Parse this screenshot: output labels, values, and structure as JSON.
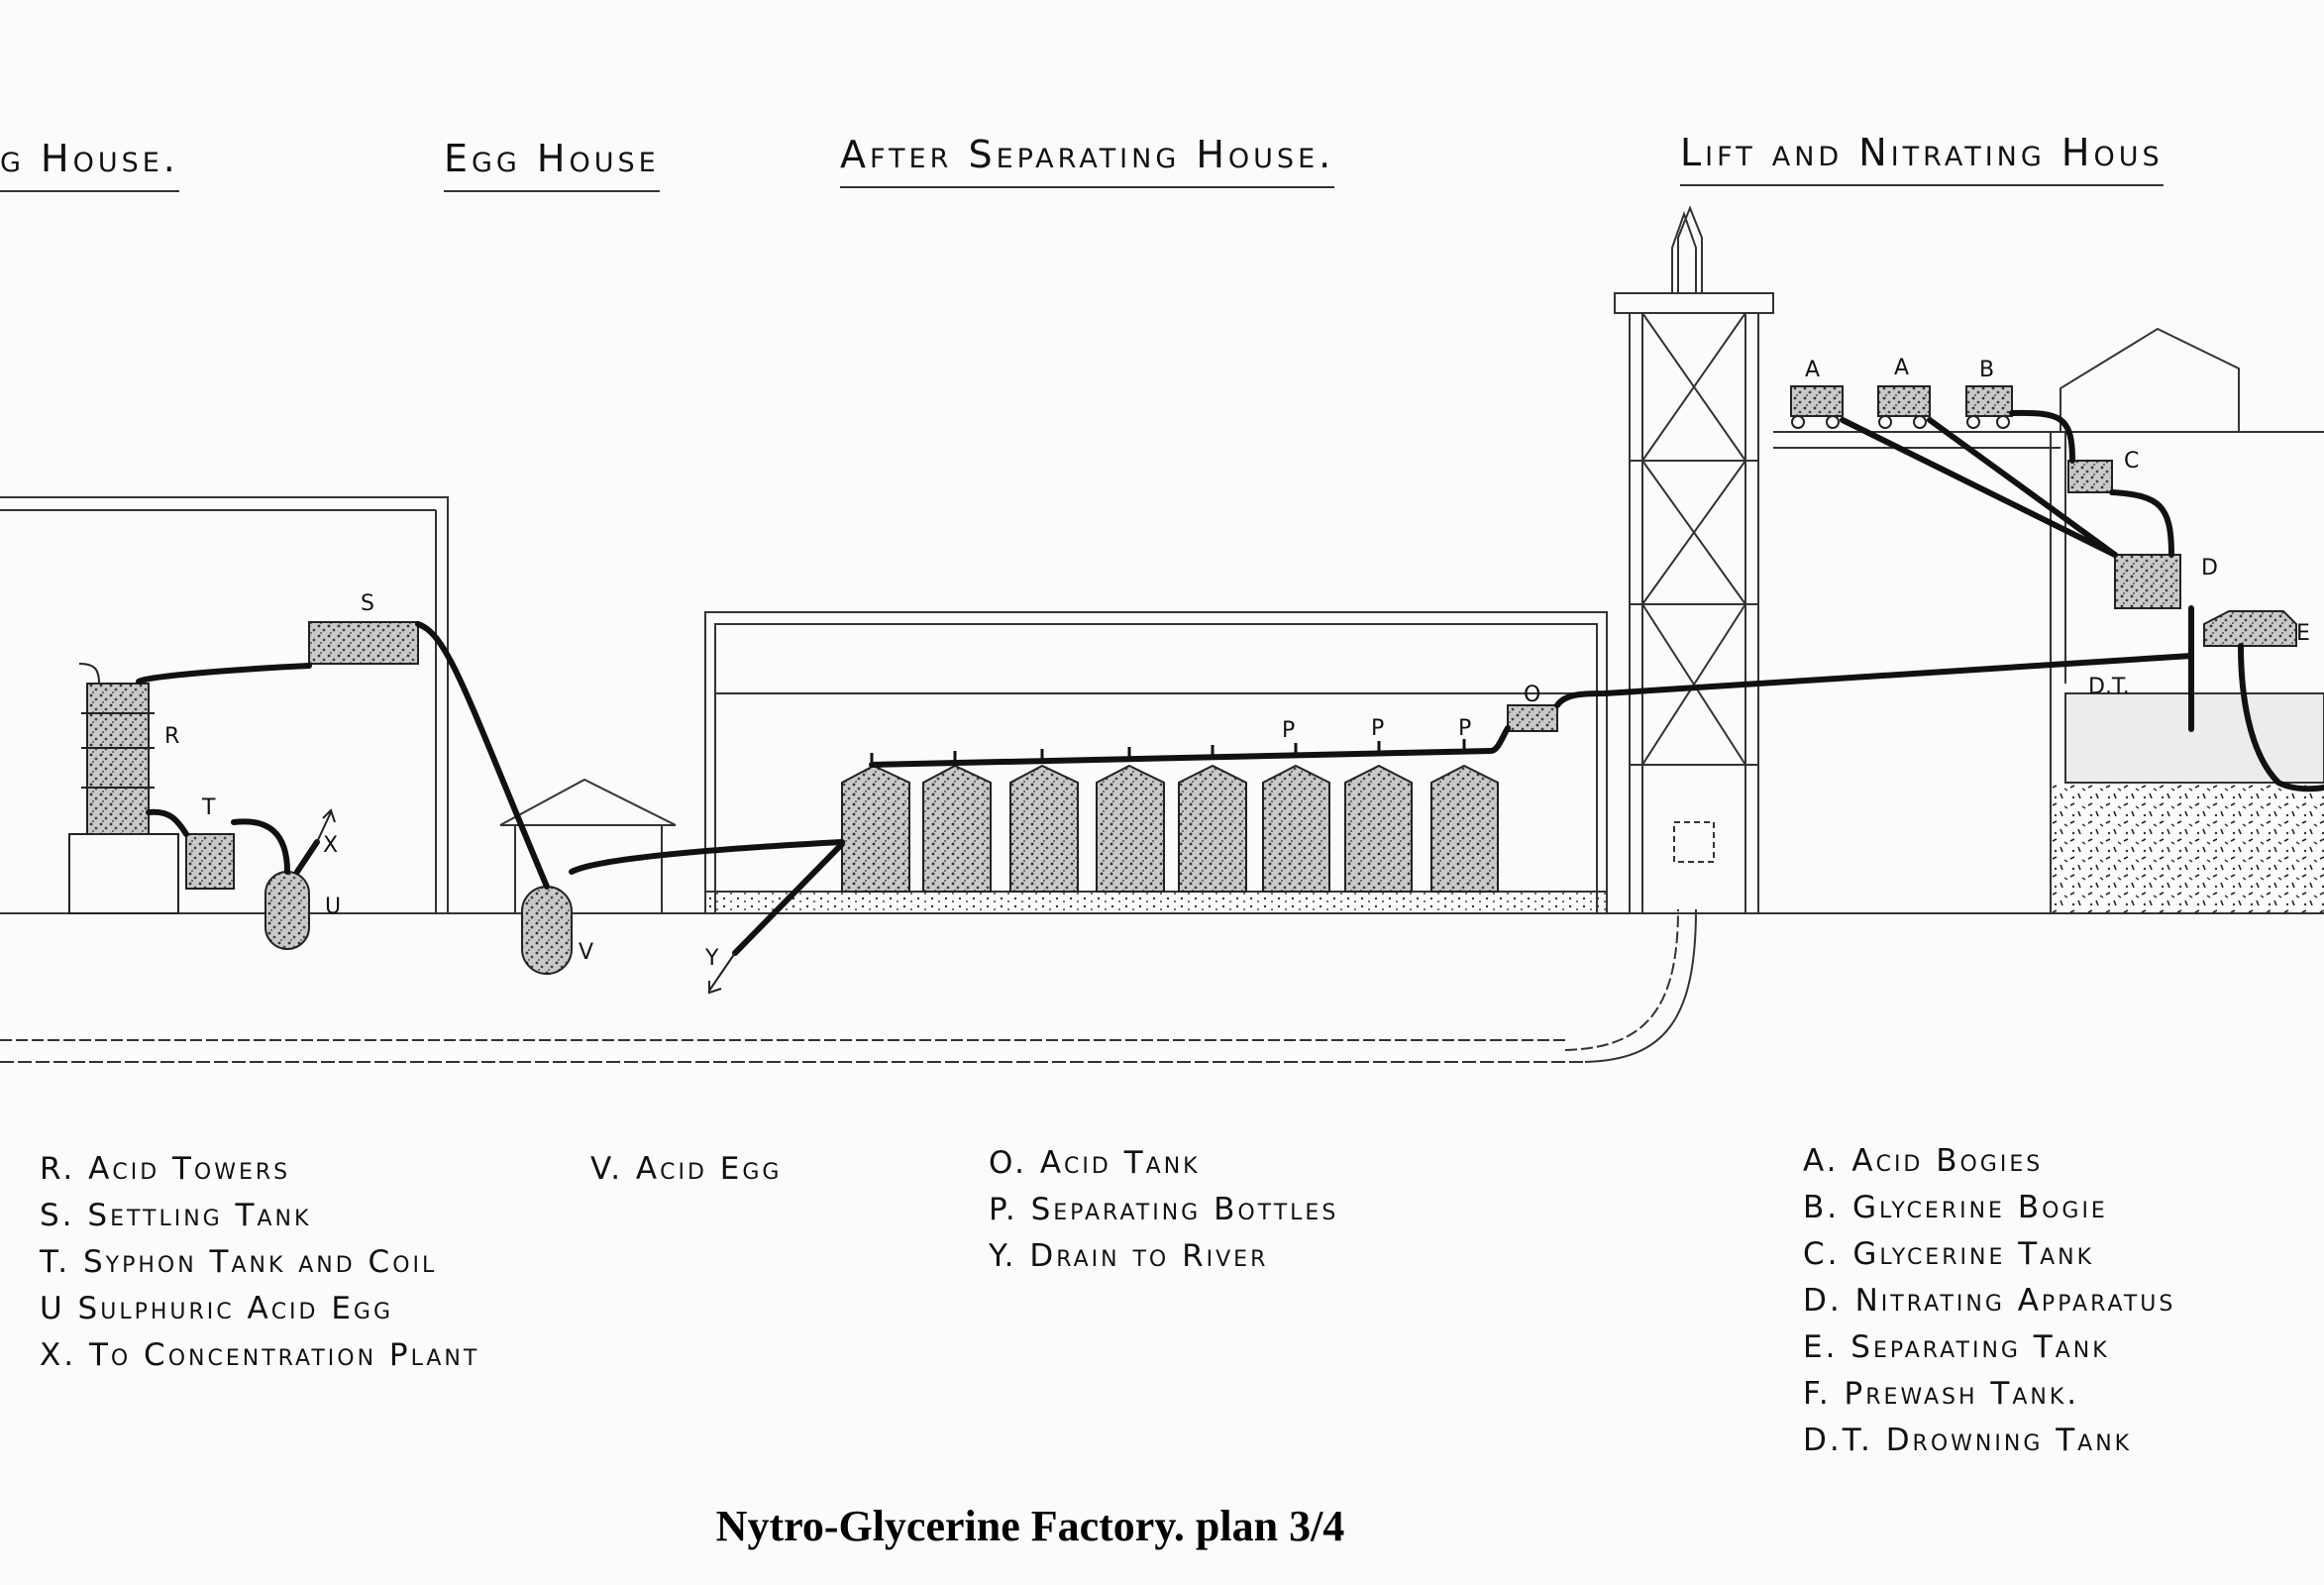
{
  "headers": {
    "boiling_house": "g House.",
    "egg_house": "Egg House",
    "after_separating_house": "After Separating House.",
    "lift_and_nitrating_house": "Lift and Nitrating Hous"
  },
  "labels": {
    "R": "R",
    "S": "S",
    "T": "T",
    "U": "U",
    "X": "X",
    "V": "V",
    "Y": "Y",
    "P": "P",
    "O": "O",
    "A": "A",
    "B": "B",
    "C": "C",
    "D": "D",
    "E": "E",
    "DT": "D.T."
  },
  "legend": {
    "col1": [
      "R. Acid Towers",
      "S. Settling Tank",
      "T. Syphon Tank and Coil",
      "U Sulphuric Acid Egg",
      "X. To Concentration Plant"
    ],
    "col2": [
      "V. Acid Egg"
    ],
    "col3": [
      "O. Acid Tank",
      "P. Separating Bottles",
      "Y. Drain to River"
    ],
    "col4": [
      "A. Acid Bogies",
      "B. Glycerine Bogie",
      "C. Glycerine Tank",
      "D. Nitrating Apparatus",
      "E. Separating Tank",
      "F. Prewash Tank.",
      "D.T. Drowning Tank"
    ]
  },
  "caption": "Nytro-Glycerine Factory.  plan 3/4"
}
